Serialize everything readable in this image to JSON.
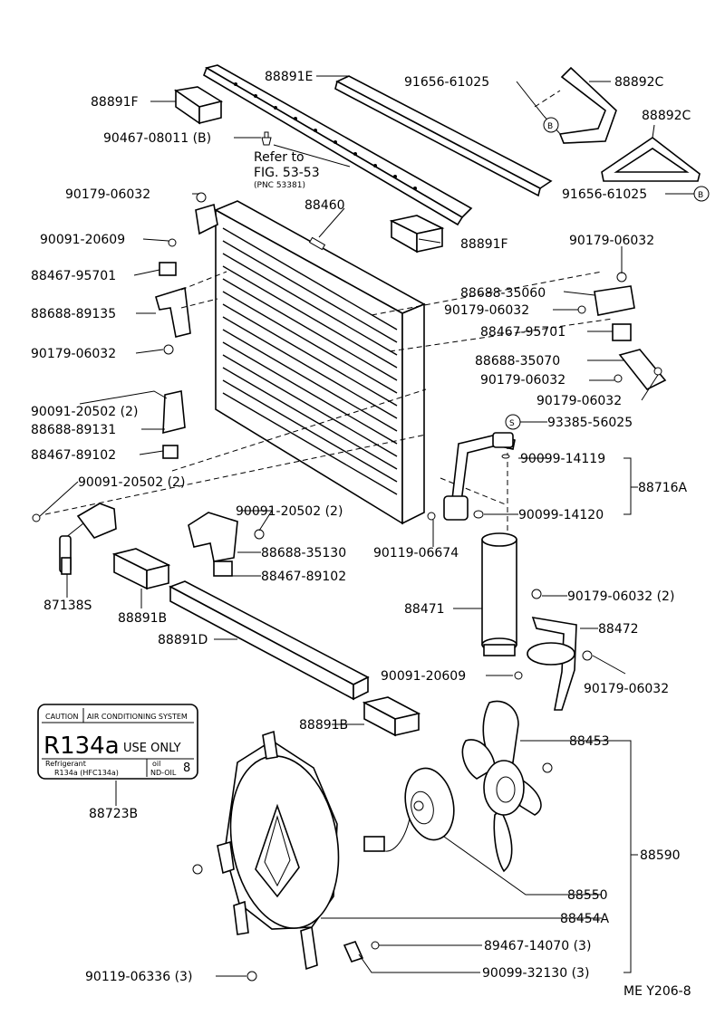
{
  "labels": {
    "l88891E": "88891E",
    "l88892C_top": "88892C",
    "l91656_top": "91656-61025",
    "l88891F_top": "88891F",
    "l90467": "90467-08011 (B)",
    "l_refer1": "Refer to",
    "l_refer2": "FIG. 53-53",
    "l_refer3": "(PNC 53381)",
    "l88892C_right": "88892C",
    "l90179_a": "90179-06032",
    "l88460": "88460",
    "l91656_right": "91656-61025",
    "l90091_20609": "90091-20609",
    "l88891F_right": "88891F",
    "l90179_right_top": "90179-06032",
    "l88467_95701_left": "88467-95701",
    "l88688_35060": "88688-35060",
    "l88688_89135": "88688-89135",
    "l90179_mid": "90179-06032",
    "l88467_95701_right": "88467-95701",
    "l90179_left": "90179-06032",
    "l88688_35070": "88688-35070",
    "l90179_right2": "90179-06032",
    "l90179_right3": "90179-06032",
    "l90091_20502_a": "90091-20502 (2)",
    "l88688_89131": "88688-89131",
    "l93385": "93385-56025",
    "l88467_89102_a": "88467-89102",
    "l90099_14119": "90099-14119",
    "l90091_20502_b": "90091-20502 (2)",
    "l88716A": "88716A",
    "l90091_20502_c": "90091-20502 (2)",
    "l90099_14120": "90099-14120",
    "l88688_35130": "88688-35130",
    "l90119_06674": "90119-06674",
    "l88467_89102_b": "88467-89102",
    "l87138S": "87138S",
    "l88891B_a": "88891B",
    "l90179_2": "90179-06032 (2)",
    "l88471": "88471",
    "l88472": "88472",
    "l88891D": "88891D",
    "l90091_20609_b": "90091-20609",
    "l90179_bottom": "90179-06032",
    "l88891B_b": "88891B",
    "l88453": "88453",
    "l88723B": "88723B",
    "l88590": "88590",
    "l88550": "88550",
    "l88454A": "88454A",
    "l89467": "89467-14070 (3)",
    "l90119_06336": "90119-06336 (3)",
    "l90099_32130": "90099-32130 (3)",
    "l_code": "ME  Y206-8",
    "circle_B": "B",
    "circle_S": "S"
  },
  "ac_label": {
    "caution": "CAUTION",
    "system": "AIR CONDITIONING SYSTEM",
    "r134a": "R134a",
    "use_only": "USE ONLY",
    "refrigerant": "Refrigerant",
    "refrigerant_type": "R134a (HFC134a)",
    "oil": "oil",
    "oil_type": "ND-OIL",
    "oil_number": "8"
  }
}
